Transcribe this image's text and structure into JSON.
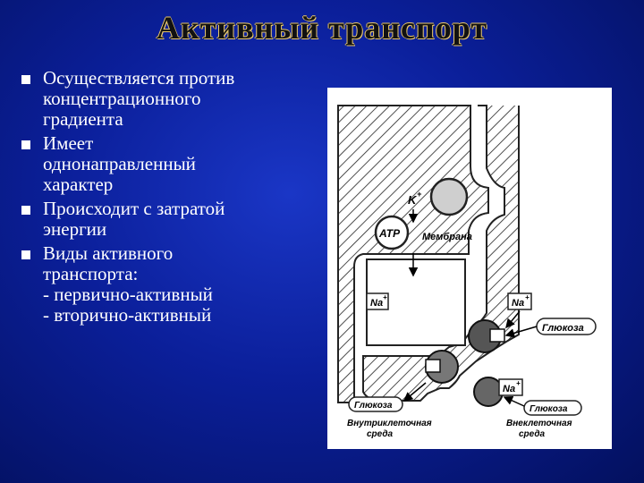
{
  "slide": {
    "title": "Активный транспорт",
    "bullets": [
      {
        "lines": [
          "Осуществляется против",
          "концентрационного",
          "градиента"
        ]
      },
      {
        "lines": [
          "Имеет",
          "однонаправленный",
          "характер"
        ]
      },
      {
        "lines": [
          "Происходит с затратой",
          "энергии"
        ]
      },
      {
        "lines": [
          "Виды активного",
          "транспорта:",
          "- первично-активный",
          "- вторично-активный"
        ]
      }
    ],
    "colors": {
      "background": "#0b1f9a",
      "text": "#ffffff",
      "title_outline": "#e8c76a"
    }
  },
  "figure": {
    "labels": {
      "k": "K",
      "k_sup": "+",
      "atp": "ATP",
      "membrane": "Мембрана",
      "na_left": "Na",
      "na_left_sup": "+",
      "na_right_top": "Na",
      "na_right_top_sup": "+",
      "na_right_bottom": "Na",
      "na_right_bottom_sup": "+",
      "glucose_right_top": "Глюкоза",
      "glucose_left_bottom": "Глюкоза",
      "glucose_right_bottom": "Глюкоза",
      "inner_env_1": "Внутриклеточная",
      "inner_env_2": "среда",
      "outer_env_1": "Внеклеточная",
      "outer_env_2": "среда"
    }
  }
}
